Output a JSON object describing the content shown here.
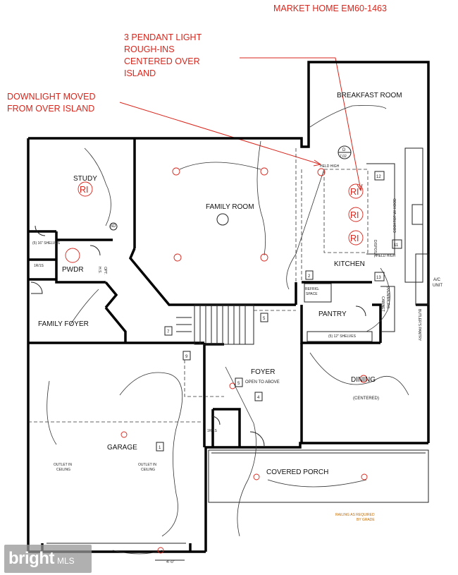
{
  "title": "MARKET HOME EM60-1463",
  "notes": {
    "pendant_line1": "3 PENDANT LIGHT",
    "pendant_line2": "ROUGH-INS",
    "pendant_line3": "CENTERED OVER",
    "pendant_line4": "ISLAND",
    "downlight_line1": "DOWNLIGHT MOVED",
    "downlight_line2": "FROM OVER ISLAND"
  },
  "rooms": {
    "breakfast": "BREAKFAST ROOM",
    "study": "STUDY",
    "family_room": "FAMILY ROOM",
    "kitchen": "KITCHEN",
    "pantry": "PANTRY",
    "pwdr": "PWDR",
    "family_foyer": "FAMILY FOYER",
    "foyer": "FOYER",
    "foyer_sub": "OPEN TO ABOVE",
    "dining": "DINING",
    "dining_sub": "(CENTERED)",
    "garage": "GARAGE",
    "covered_porch": "COVERED PORCH"
  },
  "labels": {
    "ri": "RI",
    "sd": "SD",
    "shelves_16": "(5) 16\" SHELVES",
    "shelves_12": "(5) 12\" SHELVES",
    "one_r_one_s": "1R/1S",
    "refrig_space_1": "REFRIG.",
    "refrig_space_2": "SPACE",
    "cooktop": "COOKTOP W/ HOOD",
    "disposal": "DISPOSAL",
    "oven": "OVEN/MICRO",
    "cabinet": "CABINET",
    "held_high_1": "HELD HIGH",
    "held_high_2": "HELD HIGH",
    "ac_unit_1": "A/C",
    "ac_unit_2": "UNIT",
    "butlers_pantry": "BUTLER'S PANTRY",
    "outlet_ceiling_l1": "OUTLET IN",
    "outlet_ceiling_l2": "CEILING",
    "outlet_ceiling_r1": "OUTLET IN",
    "outlet_ceiling_r2": "CEILING",
    "railing_1": "RAILING AS REQUIRED",
    "railing_2": "BY GRADE",
    "dim_4ft": "4'-0\"",
    "callout_d": "D",
    "callout_d_ref": "7.02",
    "hs": "H.S.",
    "opt": "OPT."
  },
  "tags": [
    "1",
    "2",
    "4",
    "5",
    "5",
    "7",
    "9",
    "11",
    "12",
    "13"
  ],
  "watermark": {
    "brand": "bright",
    "suffix": "MLS"
  },
  "colors": {
    "markup": "#d8261c",
    "linework": "#000000",
    "railing_note": "#c46a00"
  }
}
